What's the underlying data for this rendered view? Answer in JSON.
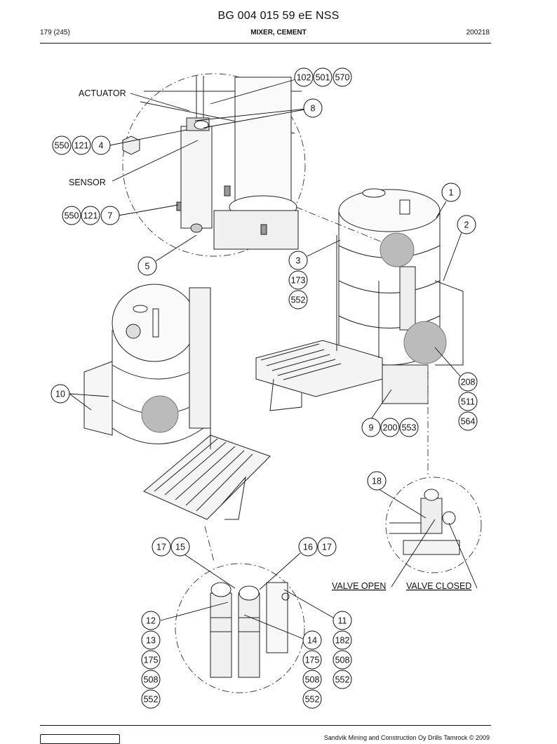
{
  "header": {
    "title": "BG 004 015 59 eE NSS",
    "page": "179 (245)",
    "section": "MIXER, CEMENT",
    "code": "200218"
  },
  "labels": {
    "actuator": "ACTUATOR",
    "sensor": "SENSOR",
    "valve_open": "VALVE OPEN",
    "valve_closed": "VALVE CLOSED"
  },
  "callouts": {
    "c102": "102",
    "c501": "501",
    "c570": "570",
    "c8": "8",
    "c550a": "550",
    "c121a": "121",
    "c4": "4",
    "c550b": "550",
    "c121b": "121",
    "c7": "7",
    "c5": "5",
    "c1": "1",
    "c2": "2",
    "c3": "3",
    "c173": "173",
    "c552a": "552",
    "c10": "10",
    "c208": "208",
    "c511": "511",
    "c564": "564",
    "c9": "9",
    "c200": "200",
    "c553": "553",
    "c18": "18",
    "c17a": "17",
    "c15": "15",
    "c16": "16",
    "c17b": "17",
    "c12": "12",
    "c11": "11",
    "c13": "13",
    "c14": "14",
    "c182": "182",
    "c175a": "175",
    "c175b": "175",
    "c508c": "508",
    "c508a": "508",
    "c508b": "508",
    "c552d": "552",
    "c552b": "552",
    "c552c": "552"
  },
  "footer": {
    "copyright": "Sandvik Mining and Construction Oy Drills Tamrock © 2009"
  }
}
